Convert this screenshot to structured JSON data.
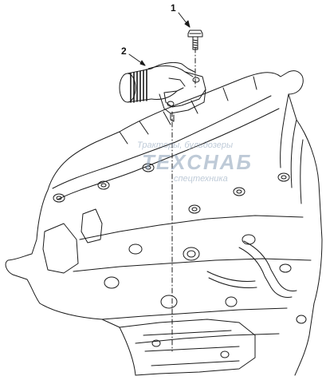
{
  "diagram": {
    "callouts": [
      {
        "id": "1",
        "label": "1",
        "part": "bolt"
      },
      {
        "id": "2",
        "label": "2",
        "part": "thermostat-housing"
      }
    ]
  },
  "watermark": {
    "line1": "Тракторы, бульдозеры",
    "line2": "ТЕХСНАБ",
    "line3": "спецтехника",
    "color": "#8aa0b8"
  },
  "colors": {
    "line": "#1a1a1a",
    "background": "#ffffff"
  }
}
